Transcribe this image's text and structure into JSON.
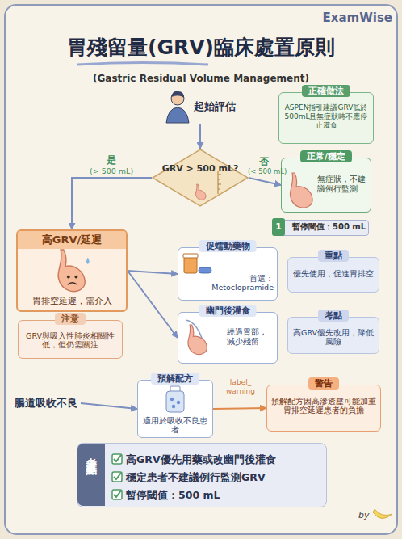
{
  "diagram": {
    "title": "胃殘留量(GRV)臨床處置原則",
    "nodes": [
      {
        "text": [
          "起始評估"
        ]
      },
      {
        "text": [
          "正確做法",
          "ASPEN指引建議GRV低於500mL且無症狀時不應停止灌食"
        ]
      },
      {
        "text": [
          "GRV > 500 mL?"
        ]
      },
      {
        "text": [
          "正常/穩定",
          "無症狀，不建議例行監測"
        ]
      },
      {
        "text": [
          "1",
          "暫停閾值：500 mL"
        ]
      },
      {
        "text": [
          "高GRV/延遲",
          "胃排空延遲，需介入"
        ]
      },
      {
        "text": [
          "促蠕動藥物",
          "首選：Metoclopramide"
        ]
      },
      {
        "text": [
          "重點",
          "優先使用，促進胃排空"
        ]
      },
      {
        "text": [
          "幽門後灌食",
          "繞過胃部，減少殘留"
        ]
      },
      {
        "text": [
          "考點",
          "高GRV優先改用，降低風險"
        ]
      },
      {
        "text": [
          "注意",
          "GRV與吸入性肺炎相關性低，但仍需關注"
        ]
      },
      {
        "text": [
          "腸道吸收不良"
        ]
      },
      {
        "text": [
          "預解配方",
          "適用於吸收不良患者"
        ]
      },
      {
        "text": [
          "警告",
          "預解配方因高滲透壓可能加重胃排空延遲患者的負擔"
        ]
      },
      {
        "text": [
          "考試重點",
          "高GRV優先用藥或改幽門後灌食",
          "穩定患者不建議例行監測GRV",
          "暫停閾值：500 mL"
        ]
      }
    ],
    "edges": [
      {
        "from": 0,
        "to": 2,
        "arrow": "to"
      },
      {
        "from": 2,
        "to": 5,
        "label": "是",
        "arrow": "to"
      },
      {
        "from": 2,
        "to": 3,
        "label": "否",
        "arrow": "to"
      },
      {
        "from": 5,
        "to": 6,
        "arrow": "to"
      },
      {
        "from": 5,
        "to": 8,
        "arrow": "to"
      },
      {
        "from": 11,
        "to": 12,
        "arrow": "to"
      },
      {
        "from": 12,
        "to": 13,
        "label": "label_ warning",
        "arrow": "to"
      }
    ],
    "labels": [
      "ExamWise",
      "(Gastric Residual Volume Management)",
      "(> 500 mL)",
      "(< 500 mL)",
      "by"
    ]
  }
}
